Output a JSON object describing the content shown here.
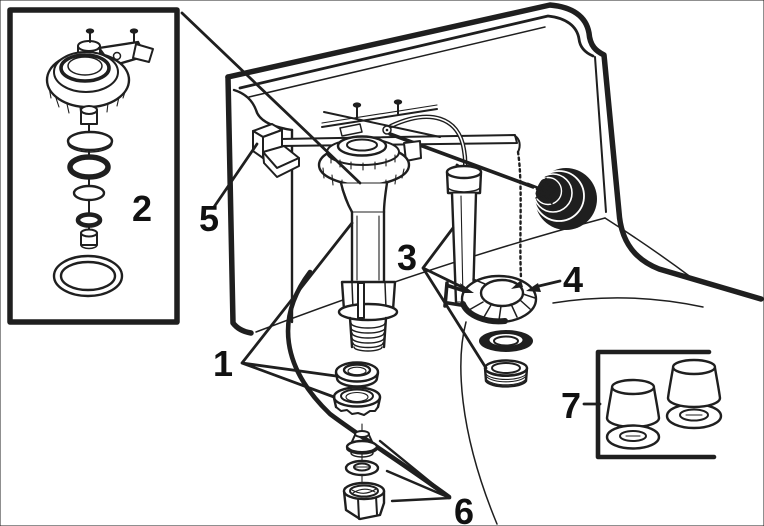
{
  "diagram": {
    "labels": [
      {
        "id": "1",
        "text": "1"
      },
      {
        "id": "2",
        "text": "2"
      },
      {
        "id": "3",
        "text": "3"
      },
      {
        "id": "4",
        "text": "4"
      },
      {
        "id": "5",
        "text": "5"
      },
      {
        "id": "6",
        "text": "6"
      },
      {
        "id": "7",
        "text": "7"
      }
    ]
  },
  "colors": {
    "line": "#1f1f1f",
    "label": "#111111",
    "background": "#ffffff"
  }
}
